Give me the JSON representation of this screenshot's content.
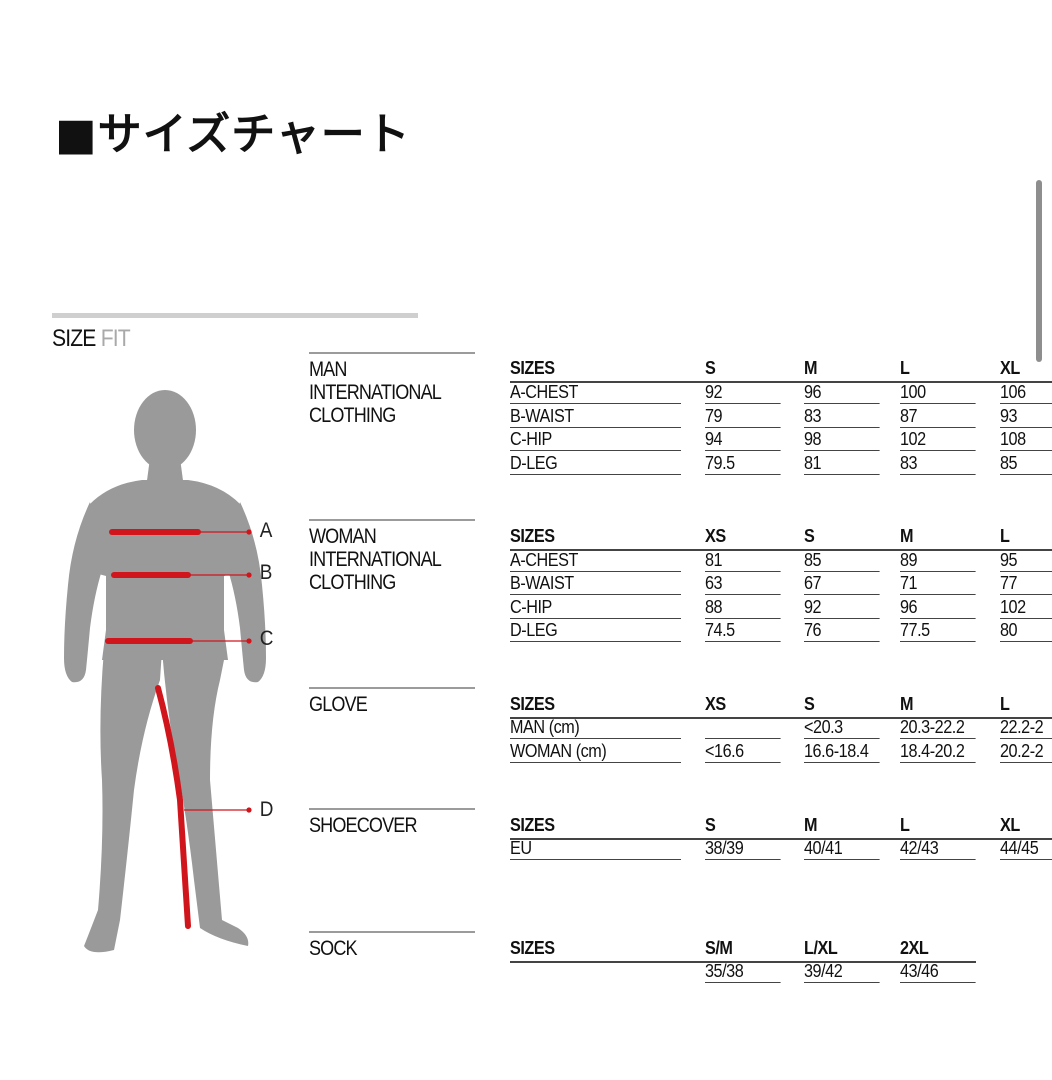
{
  "page": {
    "title": "■サイズチャート"
  },
  "brand": {
    "size_label": "SIZE",
    "fit_label": "FIT"
  },
  "figure": {
    "markers": [
      "A",
      "B",
      "C",
      "D"
    ],
    "accent_color": "#d0161c",
    "body_color": "#9a9a9a"
  },
  "sections": [
    {
      "title": "MAN\nINTERNATIONAL\nCLOTHING",
      "header": [
        "SIZES",
        "S",
        "M",
        "L",
        "XL"
      ],
      "rows": [
        [
          "A-CHEST",
          "92",
          "96",
          "100",
          "106"
        ],
        [
          "B-WAIST",
          "79",
          "83",
          "87",
          "93"
        ],
        [
          "C-HIP",
          "94",
          "98",
          "102",
          "108"
        ],
        [
          "D-LEG",
          "79.5",
          "81",
          "83",
          "85"
        ]
      ]
    },
    {
      "title": "WOMAN\nINTERNATIONAL\nCLOTHING",
      "header": [
        "SIZES",
        "XS",
        "S",
        "M",
        "L"
      ],
      "rows": [
        [
          "A-CHEST",
          "81",
          "85",
          "89",
          "95"
        ],
        [
          "B-WAIST",
          "63",
          "67",
          "71",
          "77"
        ],
        [
          "C-HIP",
          "88",
          "92",
          "96",
          "102"
        ],
        [
          "D-LEG",
          "74.5",
          "76",
          "77.5",
          "80"
        ]
      ]
    },
    {
      "title": "GLOVE",
      "header": [
        "SIZES",
        "XS",
        "S",
        "M",
        "L"
      ],
      "rows": [
        [
          "MAN (cm)",
          "",
          "<20.3",
          "20.3-22.2",
          "22.2-2"
        ],
        [
          "WOMAN (cm)",
          "<16.6",
          "16.6-18.4",
          "18.4-20.2",
          "20.2-2"
        ]
      ]
    },
    {
      "title": "SHOECOVER",
      "header": [
        "SIZES",
        "S",
        "M",
        "L",
        "XL"
      ],
      "rows": [
        [
          "EU",
          "38/39",
          "40/41",
          "42/43",
          "44/45"
        ]
      ]
    },
    {
      "title": "SOCK",
      "header": [
        "SIZES",
        "S/M",
        "L/XL",
        "2XL"
      ],
      "rows": [
        [
          "",
          "35/38",
          "39/42",
          "43/46"
        ]
      ]
    }
  ]
}
